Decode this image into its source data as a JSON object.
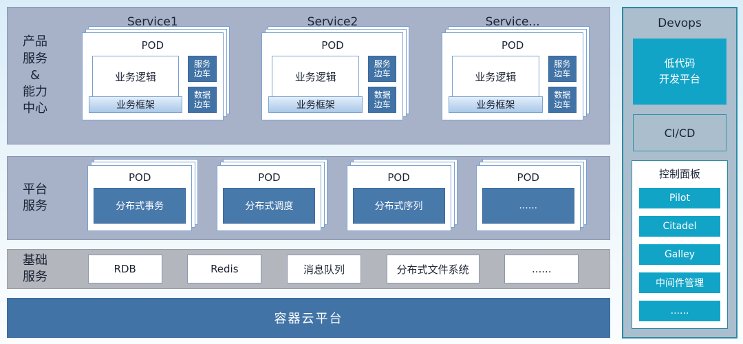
{
  "diagram": {
    "products_band": {
      "label": "产品\n服务\n&\n能力\n中心",
      "services": [
        {
          "title": "Service1",
          "pod_title": "POD",
          "logic": "业务逻辑",
          "framework": "业务框架",
          "sidecar_top": "服务\n边车",
          "sidecar_bottom": "数据\n边车"
        },
        {
          "title": "Service2",
          "pod_title": "POD",
          "logic": "业务逻辑",
          "framework": "业务框架",
          "sidecar_top": "服务\n边车",
          "sidecar_bottom": "数据\n边车"
        },
        {
          "title": "Service...",
          "pod_title": "POD",
          "logic": "业务逻辑",
          "framework": "业务框架",
          "sidecar_top": "服务\n边车",
          "sidecar_bottom": "数据\n边车"
        }
      ]
    },
    "platform_band": {
      "label": "平台\n服务",
      "pods": [
        {
          "title": "POD",
          "name": "分布式事务"
        },
        {
          "title": "POD",
          "name": "分布式调度"
        },
        {
          "title": "POD",
          "name": "分布式序列"
        },
        {
          "title": "POD",
          "name": "......"
        }
      ]
    },
    "infra_band": {
      "label": "基础\n服务",
      "items": [
        {
          "name": "RDB"
        },
        {
          "name": "Redis"
        },
        {
          "name": "消息队列"
        },
        {
          "name": "分布式文件系统"
        },
        {
          "name": "......"
        }
      ]
    },
    "container_bar": {
      "label": "容器云平台"
    }
  },
  "sidebar": {
    "title": "Devops",
    "lowcode_label": "低代码\n开发平台",
    "cicd_label": "CI/CD",
    "control_panel": {
      "title": "控制面板",
      "items": [
        {
          "label": "Pilot"
        },
        {
          "label": "Citadel"
        },
        {
          "label": "Galley"
        },
        {
          "label": "中间件管理"
        },
        {
          "label": "......"
        }
      ]
    }
  },
  "colors": {
    "band_bg": "#a7b2c9",
    "infra_band_bg": "#b3b6bc",
    "steel_blue": "#4173a6",
    "teal": "#12a4c6",
    "sidebar_bg": "#aabecd",
    "sidebar_border": "#2b8aa5",
    "card_border": "#7aa2cf",
    "text_dark": "#1c2434"
  }
}
